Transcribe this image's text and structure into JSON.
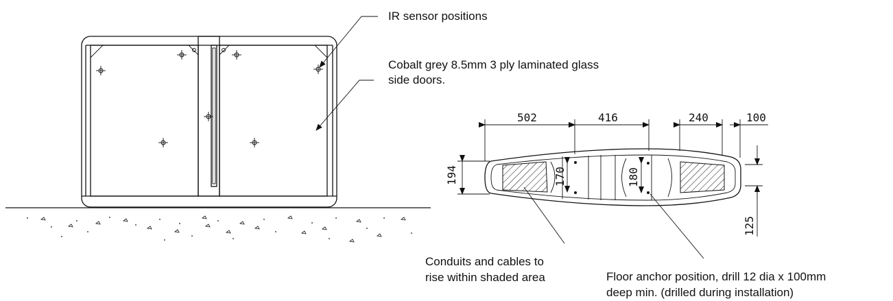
{
  "labels": {
    "ir_sensor": "IR sensor positions",
    "glass_line1": "Cobalt grey 8.5mm 3 ply laminated glass",
    "glass_line2": "side doors.",
    "conduits_line1": "Conduits and cables to",
    "conduits_line2": "rise within shaded area",
    "anchor_line1": "Floor anchor position, drill 12 dia x 100mm",
    "anchor_line2": "deep min. (drilled during installation)"
  },
  "dimensions": {
    "d502": "502",
    "d416": "416",
    "d240": "240",
    "d100": "100",
    "d194": "194",
    "d170": "170",
    "d180": "180",
    "d125": "125"
  }
}
